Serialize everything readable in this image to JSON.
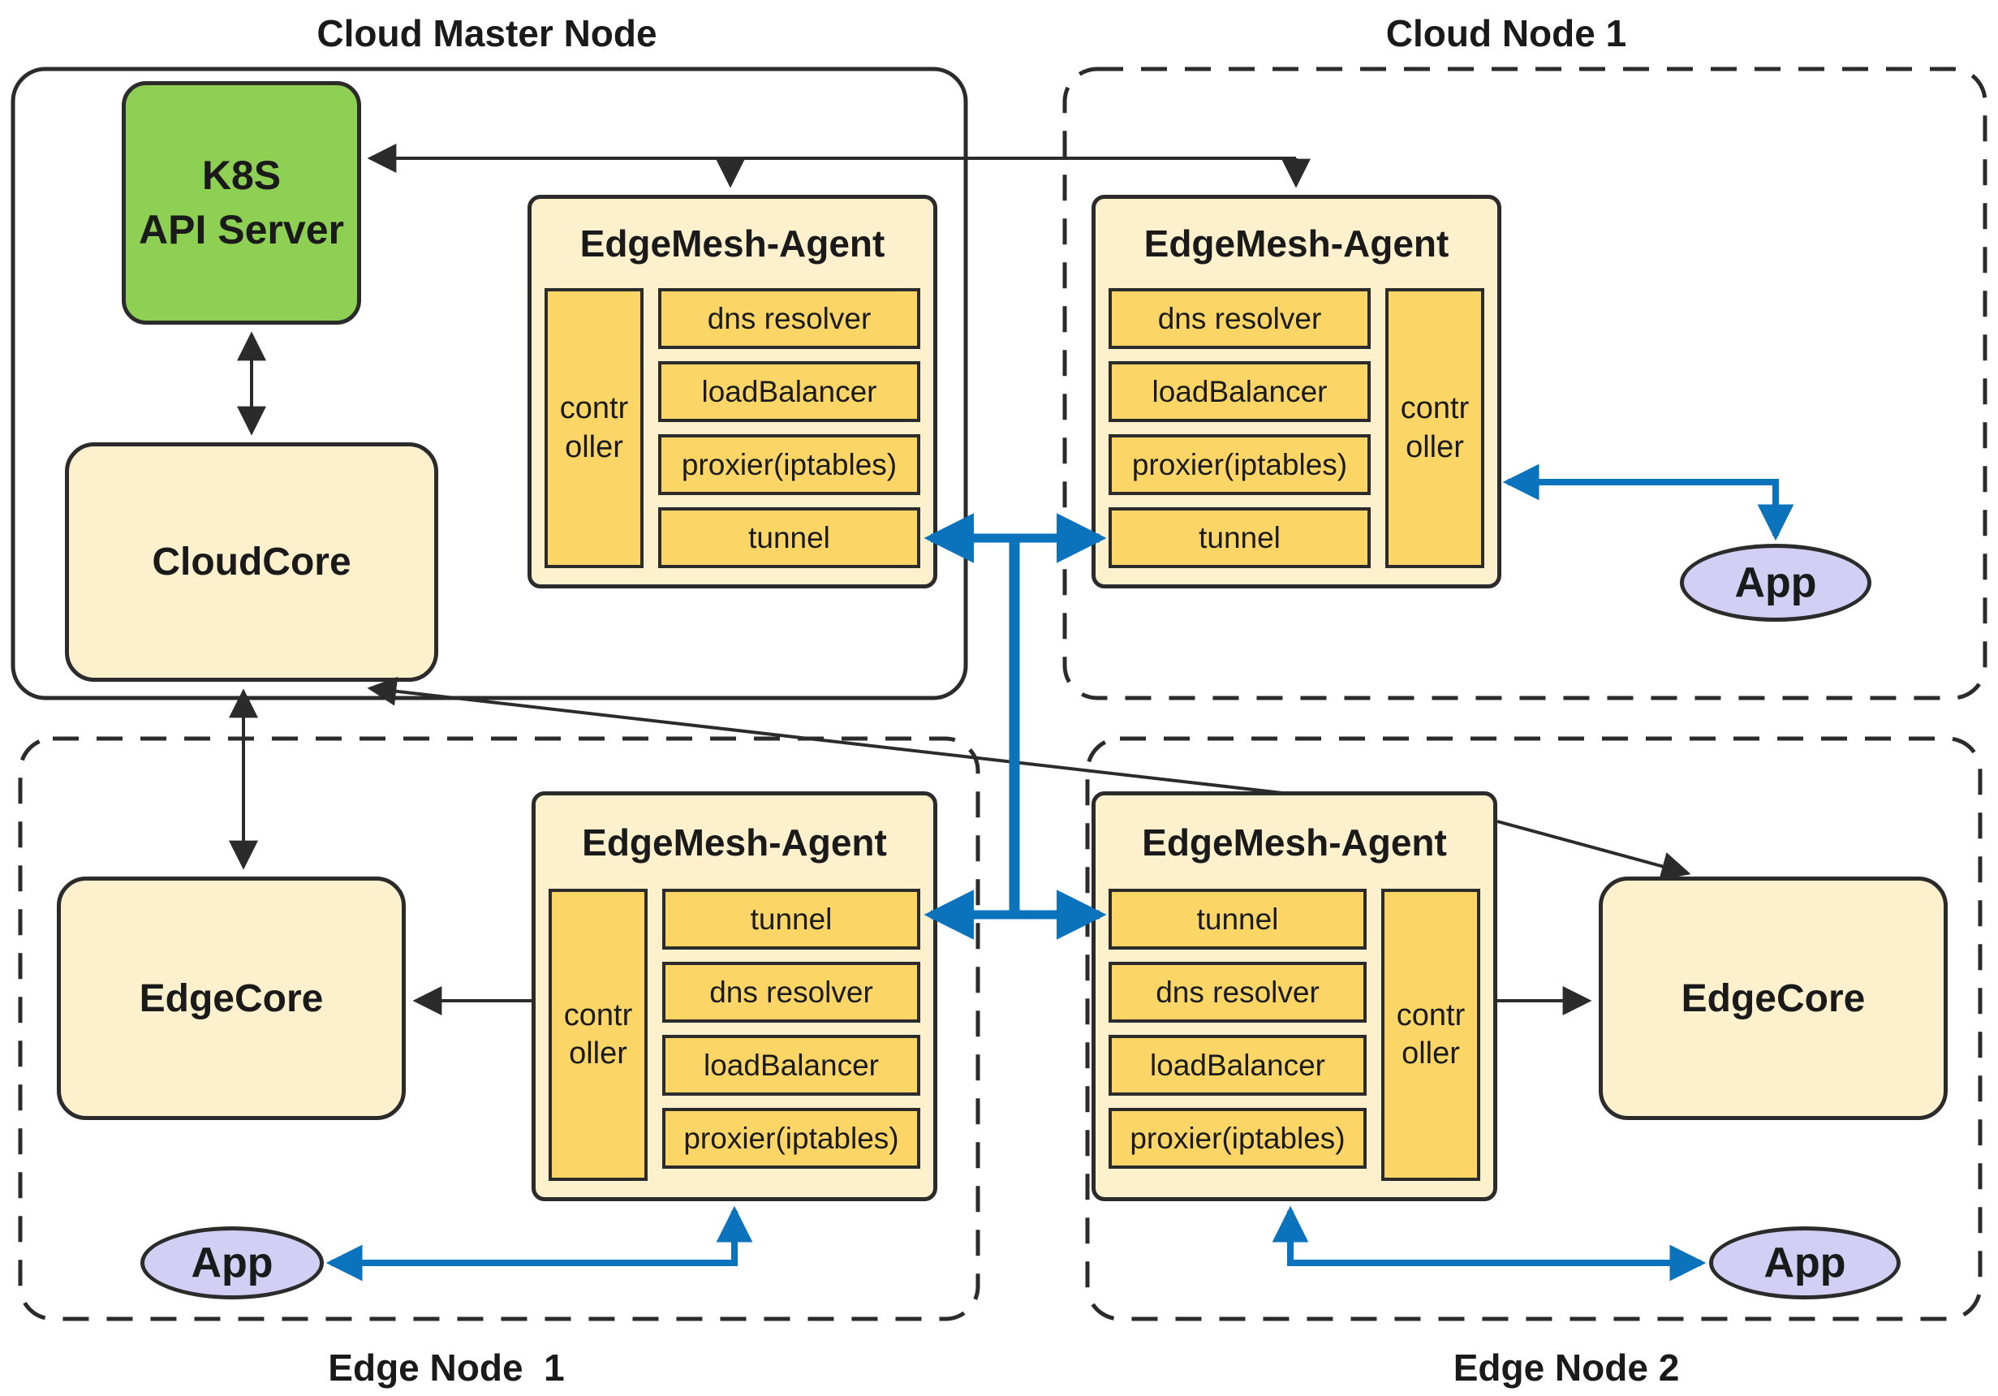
{
  "diagram": {
    "cloud_master": {
      "title": "Cloud Master Node",
      "k8s_api_server": {
        "line1": "K8S",
        "line2": "API Server"
      },
      "cloudcore_label": "CloudCore",
      "agent": {
        "title": "EdgeMesh-Agent",
        "controller": {
          "top": "contr",
          "bottom": "oller"
        },
        "modules": [
          "dns resolver",
          "loadBalancer",
          "proxier(iptables)",
          "tunnel"
        ]
      }
    },
    "cloud_node_1": {
      "title": "Cloud Node 1",
      "agent": {
        "title": "EdgeMesh-Agent",
        "controller": {
          "top": "contr",
          "bottom": "oller"
        },
        "modules": [
          "dns resolver",
          "loadBalancer",
          "proxier(iptables)",
          "tunnel"
        ]
      },
      "app_label": "App"
    },
    "edge_node_1": {
      "title": "Edge Node  1",
      "edgecore_label": "EdgeCore",
      "agent": {
        "title": "EdgeMesh-Agent",
        "controller": {
          "top": "contr",
          "bottom": "oller"
        },
        "modules": [
          "tunnel",
          "dns resolver",
          "loadBalancer",
          "proxier(iptables)"
        ]
      },
      "app_label": "App"
    },
    "edge_node_2": {
      "title": "Edge Node 2",
      "edgecore_label": "EdgeCore",
      "agent": {
        "title": "EdgeMesh-Agent",
        "controller": {
          "top": "contr",
          "bottom": "oller"
        },
        "modules": [
          "tunnel",
          "dns resolver",
          "loadBalancer",
          "proxier(iptables)"
        ]
      },
      "app_label": "App"
    },
    "colors": {
      "k8s_green": "#8ed053",
      "box_cream": "#fcf0cd",
      "module_gold": "#fbd666",
      "app_purple": "#d3cef4",
      "arrow_blue": "#0b72bc",
      "stroke_dark": "#2b2b2b"
    }
  }
}
